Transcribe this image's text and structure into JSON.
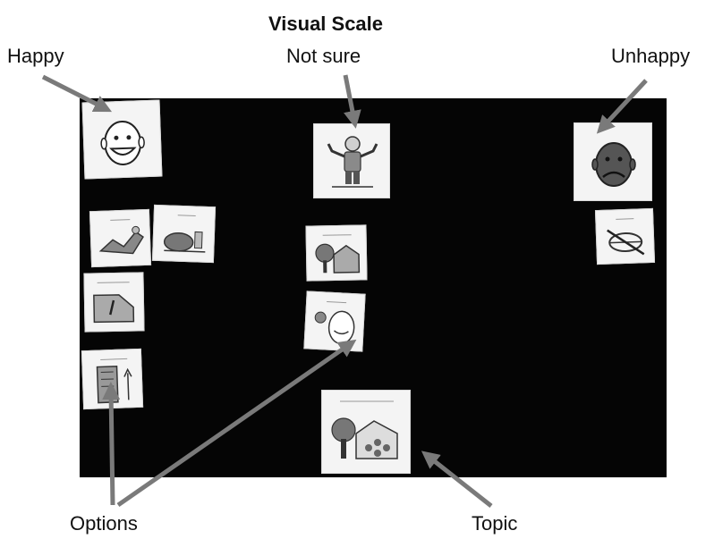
{
  "diagram": {
    "title": "Visual Scale",
    "labels": {
      "happy": "Happy",
      "not_sure": "Not sure",
      "unhappy": "Unhappy",
      "options": "Options",
      "topic": "Topic"
    },
    "colors": {
      "board": "#050505",
      "card": "#f4f4f4",
      "arrow": "#7a7a7a",
      "ink": "#111111"
    },
    "icons": [
      "happy-face-icon",
      "shrugging-person-icon",
      "unhappy-face-icon",
      "option-symbol-icon",
      "topic-symbol-icon"
    ]
  }
}
